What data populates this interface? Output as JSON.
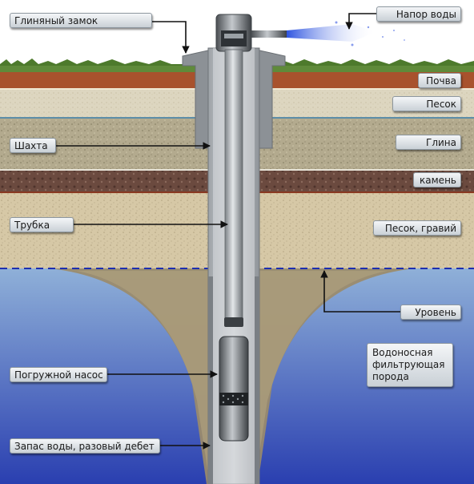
{
  "labels": {
    "clay_lock": "Глиняный замок",
    "water_pressure": "Напор воды",
    "soil": "Почва",
    "sand": "Песок",
    "shaft": "Шахта",
    "clay": "Глина",
    "stone": "камень",
    "pipe": "Трубка",
    "sand_gravel": "Песок, гравий",
    "level": "Уровень",
    "aquifer": "Водоносная\nфильтрующая\nпорода",
    "pump": "Погружной насос",
    "water_reserve": "Запас воды, разовый дебет"
  },
  "colors": {
    "grass": "#5f8a3a",
    "soil": "#a8522d",
    "sand": "#ddd6c0",
    "clay": "#b3aa8e",
    "stone": "#6b4a3f",
    "sand_gravel": "#d6c8a6",
    "water_top": "#8fb0d8",
    "water_bottom": "#2a3fb0",
    "pipe": "#a9adb2",
    "water_jet": "#3a5fe0"
  }
}
